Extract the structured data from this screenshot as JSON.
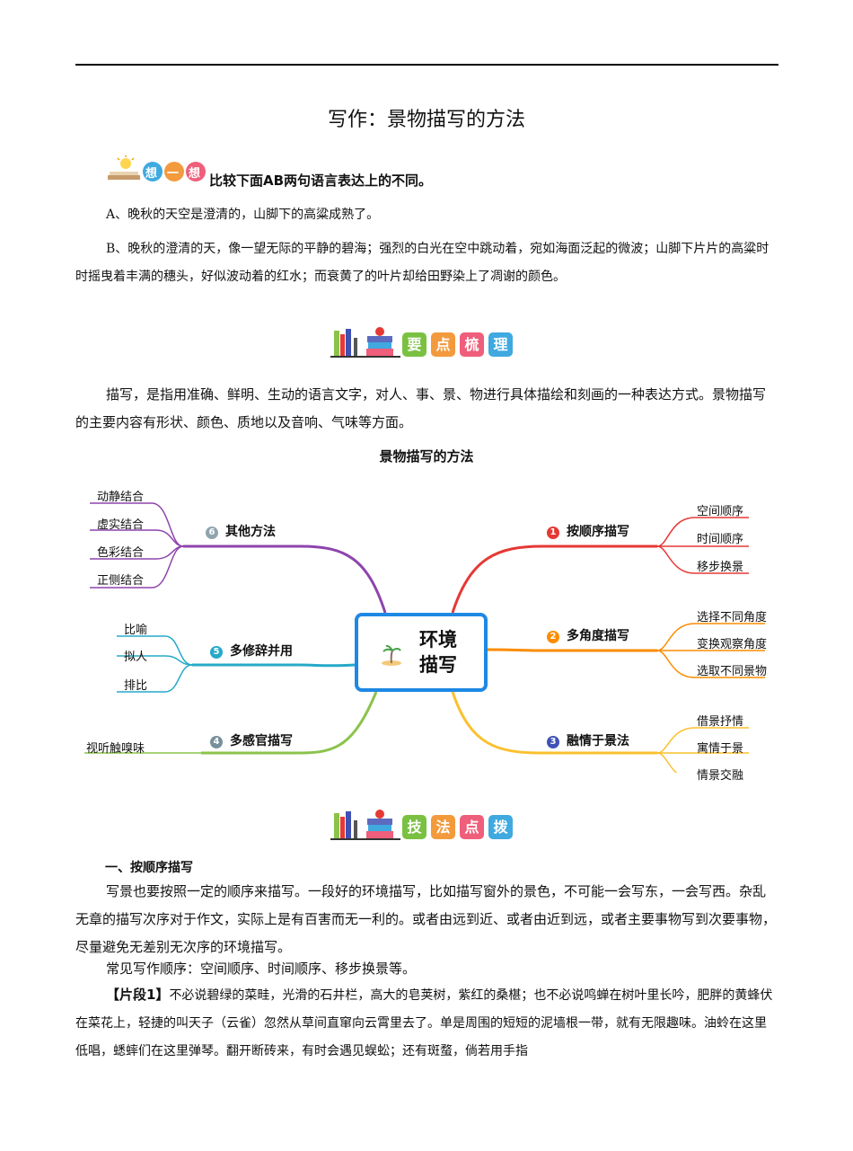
{
  "title": "写作：景物描写的方法",
  "think_badge": {
    "chars": [
      "想",
      "一",
      "想"
    ]
  },
  "think_question": "比较下面AB两句语言表达上的不同。",
  "sentence_a": "A、晚秋的天空是澄清的，山脚下的高粱成熟了。",
  "sentence_b": "B、晚秋的澄清的天，像一望无际的平静的碧海；强烈的白光在空中跳动着，宛如海面泛起的微波；山脚下片片的高粱时时摇曳着丰满的穗头，好似波动着的红水；而衰黄了的叶片却给田野染上了凋谢的颜色。",
  "banner1": {
    "chars": [
      "要",
      "点",
      "梳",
      "理"
    ],
    "colors": [
      "#7ac142",
      "#f39a3d",
      "#ef5e7a",
      "#3fa9e0"
    ]
  },
  "intro": "描写，是指用准确、鲜明、生动的语言文字，对人、事、景、物进行具体描绘和刻画的一种表达方式。景物描写的主要内容有形状、颜色、质地以及音响、气味等方面。",
  "mindmap": {
    "title": "景物描写的方法",
    "center": "环境描写",
    "branches": [
      {
        "num": "1",
        "label": "按顺序描写",
        "color": "#e53935",
        "leaves": [
          "空间顺序",
          "时间顺序",
          "移步换景"
        ]
      },
      {
        "num": "2",
        "label": "多角度描写",
        "color": "#fb8c00",
        "leaves": [
          "选择不同角度",
          "变换观察角度",
          "选取不同景物"
        ]
      },
      {
        "num": "3",
        "label": "融情于景法",
        "color": "#fbc02d",
        "leaves": [
          "借景抒情",
          "寓情于景",
          "情景交融"
        ]
      },
      {
        "num": "4",
        "label": "多感官描写",
        "color": "#8bc34a",
        "leaves": [
          "视听触嗅味"
        ]
      },
      {
        "num": "5",
        "label": "多修辞并用",
        "color": "#26a9c9",
        "leaves": [
          "比喻",
          "拟人",
          "排比"
        ]
      },
      {
        "num": "6",
        "label": "其他方法",
        "color": "#8e44ad",
        "leaves": [
          "动静结合",
          "虚实结合",
          "色彩结合",
          "正侧结合"
        ]
      }
    ]
  },
  "banner2": {
    "chars": [
      "技",
      "法",
      "点",
      "拨"
    ],
    "colors": [
      "#7ac142",
      "#f39a3d",
      "#ef5e7a",
      "#3fa9e0"
    ]
  },
  "section1_title": "一、按顺序描写",
  "section1_p1": "写景也要按照一定的顺序来描写。一段好的环境描写，比如描写窗外的景色，不可能一会写东，一会写西。杂乱无章的描写次序对于作文，实际上是有百害而无一利的。或者由远到近、或者由近到远，或者主要事物写到次要事物，尽量避免无差别无次序的环境描写。",
  "section1_p2": "常见写作顺序：空间顺序、时间顺序、移步换景等。",
  "fragment_label": "【片段1】",
  "fragment_text": "不必说碧绿的菜畦，光滑的石井栏，高大的皂荚树，紫红的桑椹；也不必说鸣蝉在树叶里长吟，肥胖的黄蜂伏在菜花上，轻捷的叫天子（云雀）忽然从草间直窜向云霄里去了。单是周围的短短的泥墙根一带，就有无限趣味。油蛉在这里低唱，蟋蟀们在这里弹琴。翻开断砖来，有时会遇见蜈蚣；还有斑蝥，倘若用手指"
}
